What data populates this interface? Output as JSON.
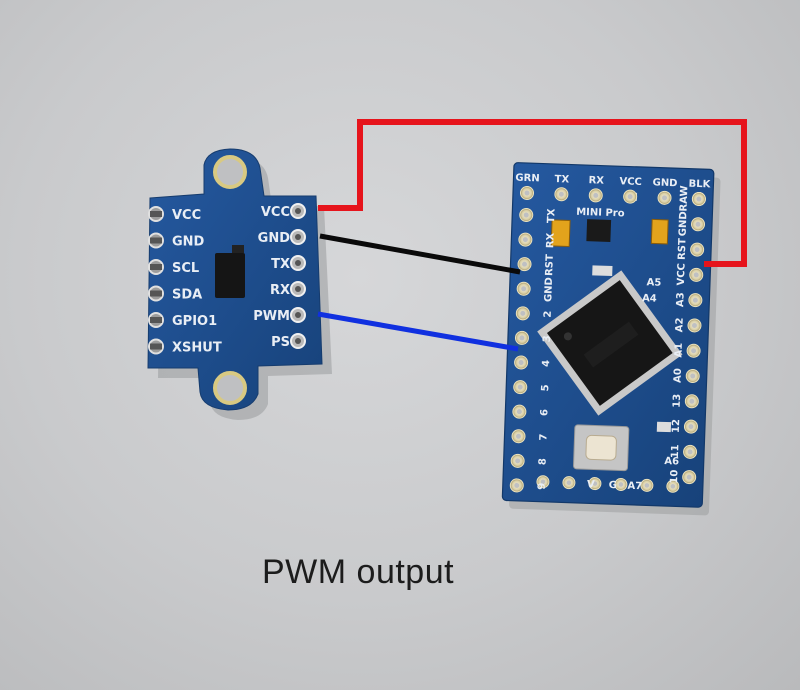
{
  "caption": "PWM output",
  "colors": {
    "background": "#c9cacc",
    "pcb": "#1f4f8e",
    "wire_vcc": "#e6141c",
    "wire_gnd": "#0a0a0a",
    "wire_pwm": "#1030e0"
  },
  "sensor_board": {
    "left_pins": [
      "VCC",
      "GND",
      "SCL",
      "SDA",
      "GPIO1",
      "XSHUT"
    ],
    "right_pins": [
      "VCC",
      "GND",
      "TX",
      "RX",
      "PWM",
      "PS"
    ]
  },
  "pro_mini": {
    "top_labels": [
      "GRN",
      "TX",
      "RX",
      "VCC",
      "GND",
      "BLK"
    ],
    "left_pins": [
      "TX",
      "RX",
      "RST",
      "GND",
      "2",
      "3",
      "4",
      "5",
      "6",
      "7",
      "8",
      "9"
    ],
    "right_pins": [
      "RAW",
      "GND",
      "RST",
      "VCC",
      "A3",
      "A2",
      "A1",
      "A0",
      "13",
      "12",
      "11",
      "10"
    ],
    "inner_labels": [
      "MINI Pro",
      "A5",
      "A4",
      "A6",
      "A7",
      "V",
      "G"
    ]
  },
  "icons": [
    "wire-vcc",
    "wire-gnd",
    "wire-pwm"
  ]
}
